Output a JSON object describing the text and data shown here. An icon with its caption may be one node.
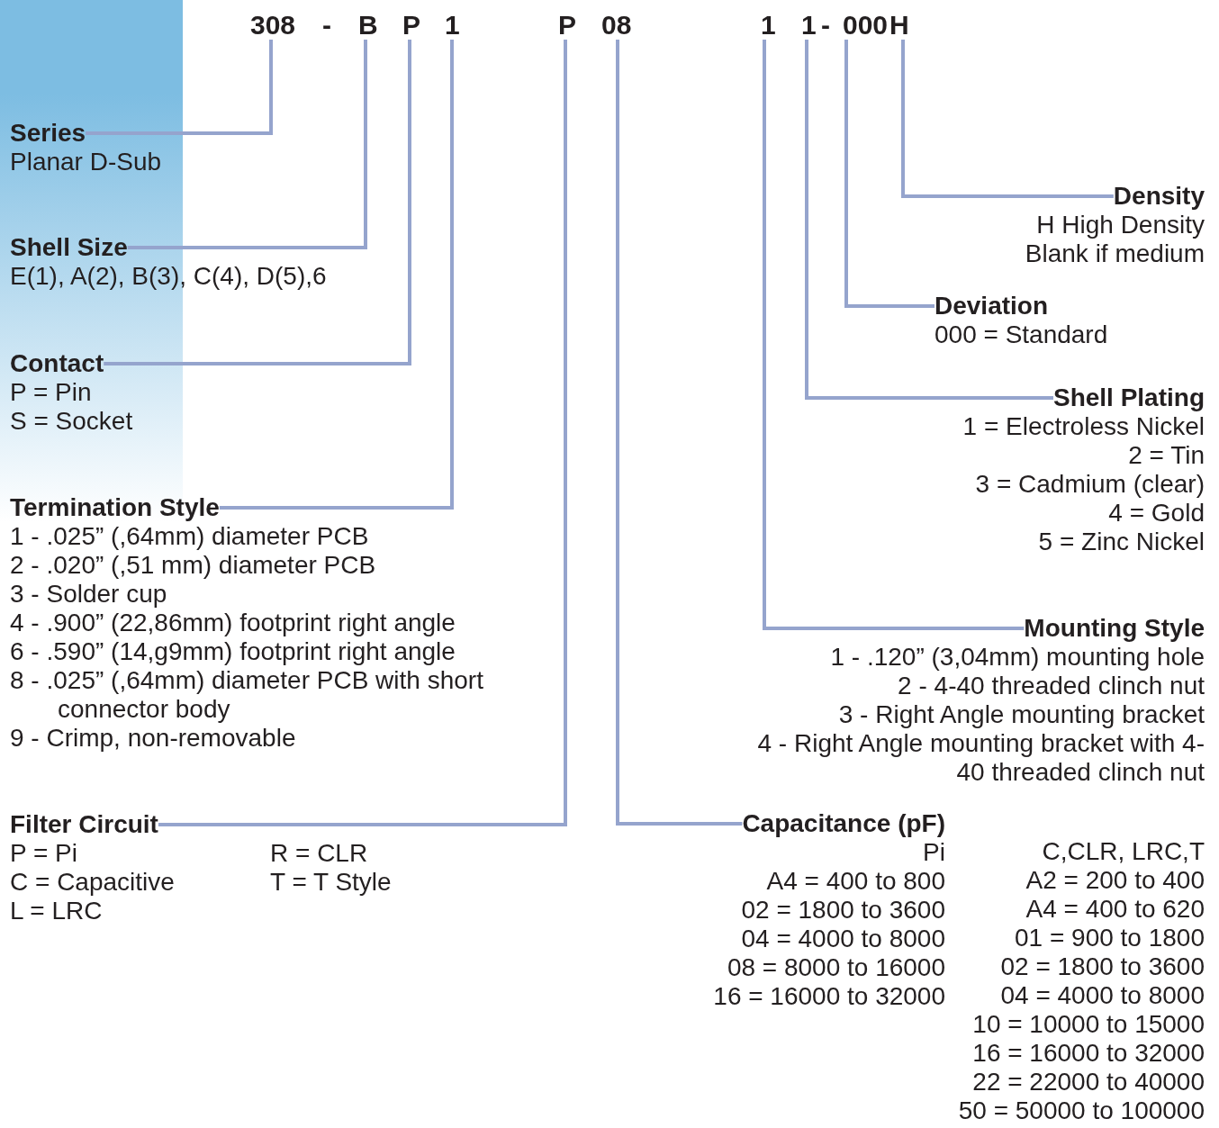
{
  "diagram": {
    "nodes": [
      {
        "text": [
          "308"
        ]
      },
      {
        "text": [
          "B"
        ]
      },
      {
        "text": [
          "P"
        ]
      },
      {
        "text": [
          "1"
        ]
      },
      {
        "text": [
          "P"
        ]
      },
      {
        "text": [
          "08"
        ]
      },
      {
        "text": [
          "1"
        ]
      },
      {
        "text": [
          "1"
        ]
      },
      {
        "text": [
          "000"
        ]
      },
      {
        "text": [
          "H"
        ]
      },
      {
        "text": [
          "Series"
        ],
        "beside": [
          "Planar D-Sub"
        ]
      },
      {
        "text": [
          "Shell Size"
        ],
        "beside": [
          "E(1), A(2), B(3), C(4), D(5),6"
        ]
      },
      {
        "text": [
          "Contact"
        ],
        "beside": [
          "P = Pin",
          "S = Socket"
        ]
      },
      {
        "text": [
          "Termination Style"
        ],
        "beside": [
          "1 - .025” (,64mm) diameter PCB",
          "2 - .020” (,51 mm) diameter PCB",
          "3 - Solder cup",
          "4 - .900” (22,86mm) footprint right angle",
          "6 - .590” (14,g9mm) footprint right angle",
          "8 - .025” (,64mm) diameter PCB with short connector body",
          "9 - Crimp, non-removable"
        ]
      },
      {
        "text": [
          "Filter Circuit"
        ],
        "beside": [
          "P = Pi",
          "C = Capacitive",
          "L = LRC",
          "R = CLR",
          "T = T Style"
        ]
      },
      {
        "text": [
          "Density"
        ],
        "beside": [
          "H High Density",
          "Blank if medium"
        ]
      },
      {
        "text": [
          "Deviation"
        ],
        "beside": [
          "000 = Standard"
        ]
      },
      {
        "text": [
          "Shell Plating"
        ],
        "beside": [
          "1 = Electroless Nickel",
          "2 = Tin",
          "3 = Cadmium (clear)",
          "4 = Gold",
          "5 = Zinc Nickel"
        ]
      },
      {
        "text": [
          "Mounting Style"
        ],
        "beside": [
          "1 - .120” (3,04mm) mounting hole",
          "2 - 4-40 threaded clinch nut",
          "3 - Right Angle mounting bracket",
          "4 - Right Angle mounting bracket with 4-40 threaded clinch nut"
        ]
      },
      {
        "text": [
          "Capacitance (pF)"
        ],
        "beside": [
          "Pi",
          "A4 = 400 to 800",
          "02 = 1800 to 3600",
          "04 = 4000 to 8000",
          "08 = 8000 to 16000",
          "16 = 16000 to 32000",
          "C,CLR, LRC,T",
          "A2 = 200 to 400",
          "A4 = 400 to 620",
          "01 = 900 to 1800",
          "02 = 1800 to 3600",
          "04 = 4000 to 8000",
          "10 = 10000 to 15000",
          "16 = 16000 to 32000",
          "22 = 22000 to 40000",
          "50 = 50000 to 100000"
        ]
      }
    ],
    "edges": [
      {
        "from": 0,
        "to": 10,
        "arrow": "none"
      },
      {
        "from": 1,
        "to": 11,
        "arrow": "none"
      },
      {
        "from": 2,
        "to": 12,
        "arrow": "none"
      },
      {
        "from": 3,
        "to": 13,
        "arrow": "none"
      },
      {
        "from": 4,
        "to": 14,
        "arrow": "none"
      },
      {
        "from": 5,
        "to": 19,
        "arrow": "none"
      },
      {
        "from": 6,
        "to": 18,
        "arrow": "none"
      },
      {
        "from": 7,
        "to": 17,
        "arrow": "none"
      },
      {
        "from": 8,
        "to": 16,
        "arrow": "none"
      },
      {
        "from": 9,
        "to": 15,
        "arrow": "none"
      }
    ],
    "labels": [
      "-",
      "-"
    ]
  }
}
